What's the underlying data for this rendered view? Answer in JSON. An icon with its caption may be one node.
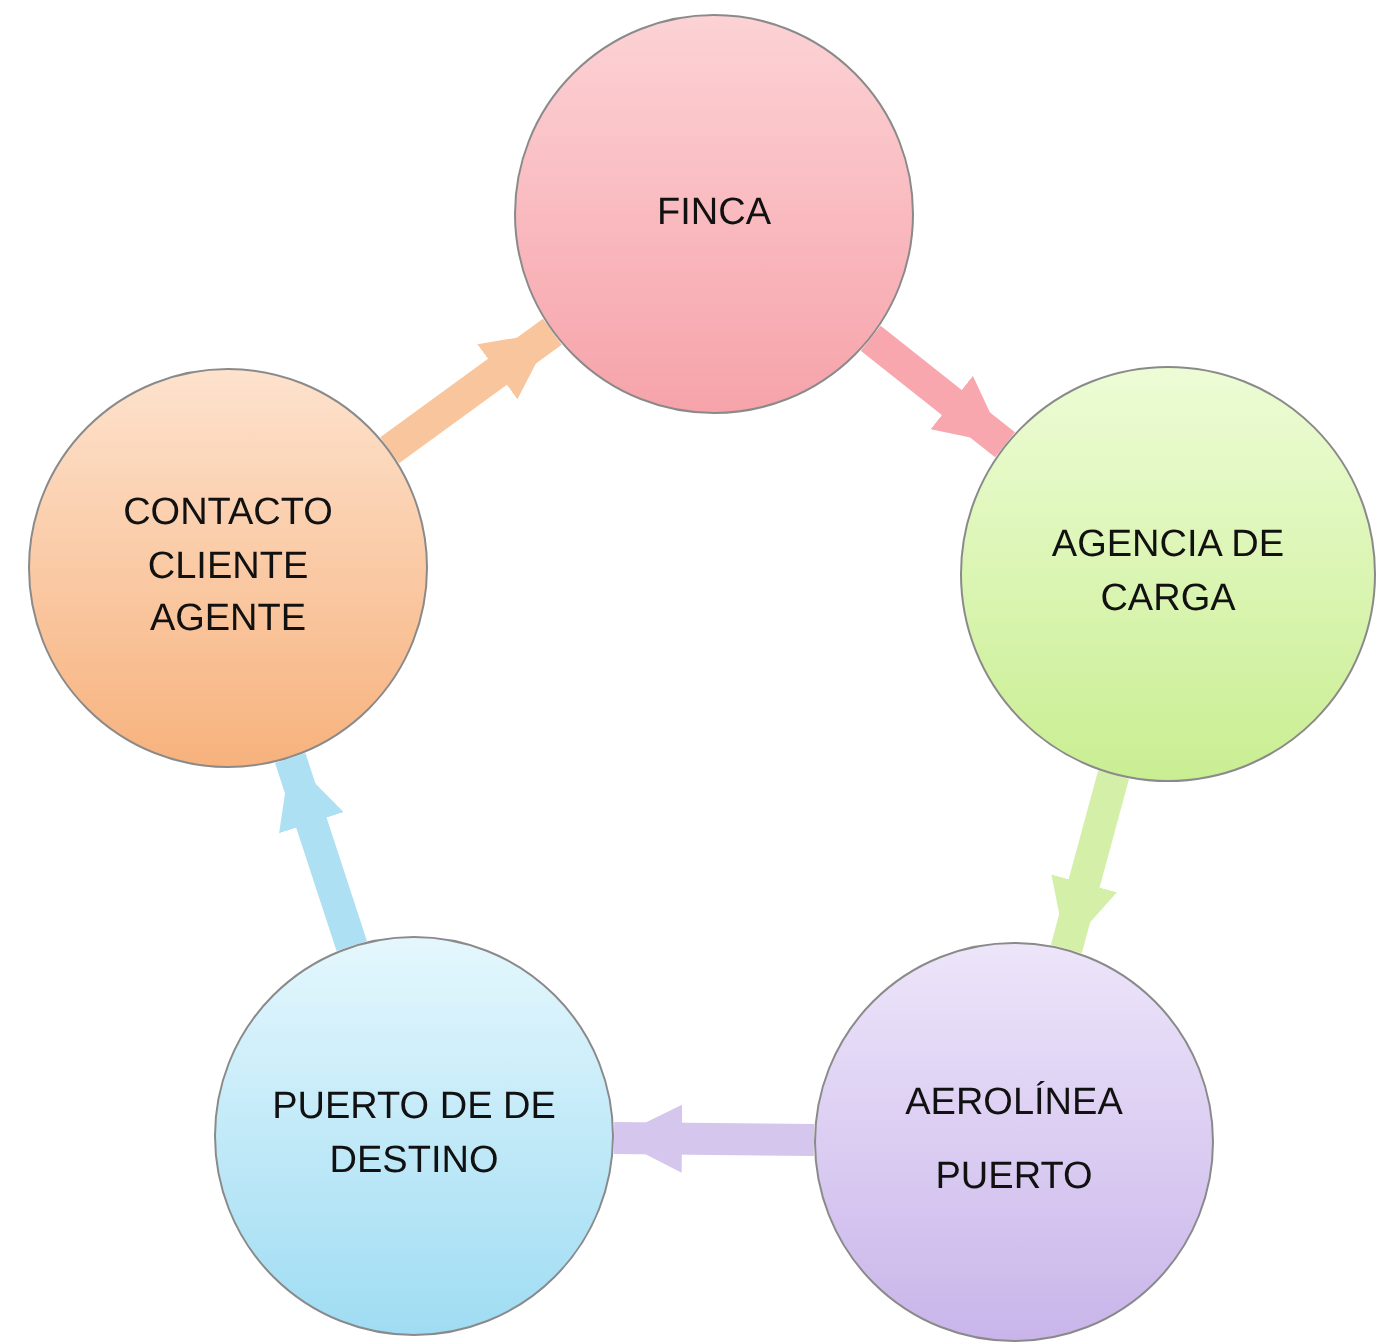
{
  "diagram": {
    "nodes": [
      {
        "text": [
          "FINCA"
        ]
      },
      {
        "text": [
          "AGENCIA DE CARGA"
        ]
      },
      {
        "text": [
          "AEROLÍNEA",
          "PUERTO"
        ]
      },
      {
        "text": [
          "PUERTO DE DE DESTINO"
        ]
      },
      {
        "text": [
          "CONTACTO CLIENTE AGENTE"
        ]
      }
    ],
    "edges": [
      {
        "from": 0,
        "to": 1,
        "arrow": "to",
        "color": "#f7a7ad"
      },
      {
        "from": 1,
        "to": 2,
        "arrow": "to",
        "color": "#d4f0a8"
      },
      {
        "from": 2,
        "to": 3,
        "arrow": "to",
        "color": "#d5c6ee"
      },
      {
        "from": 3,
        "to": 4,
        "arrow": "to",
        "color": "#ade0f2"
      },
      {
        "from": 4,
        "to": 0,
        "arrow": "to",
        "color": "#f9c59c"
      }
    ]
  }
}
